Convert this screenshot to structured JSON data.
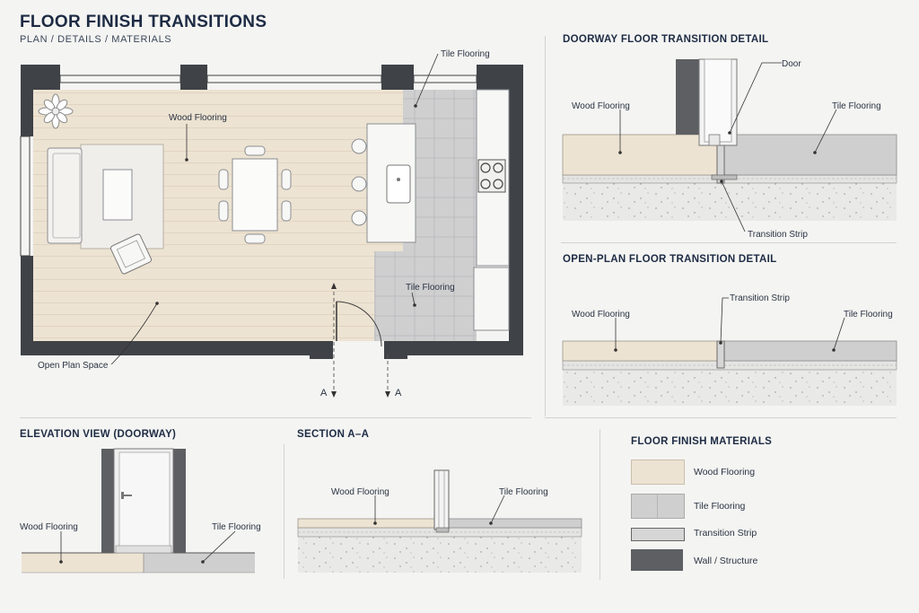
{
  "header": {
    "title": "FLOOR FINISH TRANSITIONS",
    "subtitle": "PLAN  /  DETAILS  /  MATERIALS"
  },
  "plan": {
    "label_wood": "Wood Flooring",
    "label_tile_top": "Tile Flooring",
    "label_tile_mid": "Tile Flooring",
    "label_open_plan": "Open Plan Space",
    "section_marker_left": "A",
    "section_marker_right": "A"
  },
  "doorway_detail": {
    "title": "DOORWAY FLOOR TRANSITION DETAIL",
    "label_door": "Door",
    "label_wood": "Wood Flooring",
    "label_tile": "Tile Flooring",
    "label_strip": "Transition Strip"
  },
  "openplan_detail": {
    "title": "OPEN-PLAN FLOOR TRANSITION DETAIL",
    "label_strip": "Transition Strip",
    "label_wood": "Wood Flooring",
    "label_tile": "Tile Flooring"
  },
  "elevation": {
    "title": "ELEVATION VIEW (DOORWAY)",
    "label_wood": "Wood Flooring",
    "label_tile": "Tile Flooring"
  },
  "section": {
    "title": "SECTION A–A",
    "label_wood": "Wood Flooring",
    "label_tile": "Tile Flooring"
  },
  "legend": {
    "title": "FLOOR FINISH MATERIALS",
    "items": [
      {
        "label": "Wood Flooring",
        "color": "#ede3d2"
      },
      {
        "label": "Tile Flooring",
        "color": "#cfcfd0"
      },
      {
        "label": "Transition Strip",
        "color": "#d6d6d6"
      },
      {
        "label": "Wall / Structure",
        "color": "#5d5f62"
      }
    ]
  },
  "colors": {
    "wood": "#ede3d2",
    "tile": "#cfcfd0",
    "wall": "#4a4c50",
    "concrete": "#e8e8e6",
    "ink": "#1d2b44"
  }
}
